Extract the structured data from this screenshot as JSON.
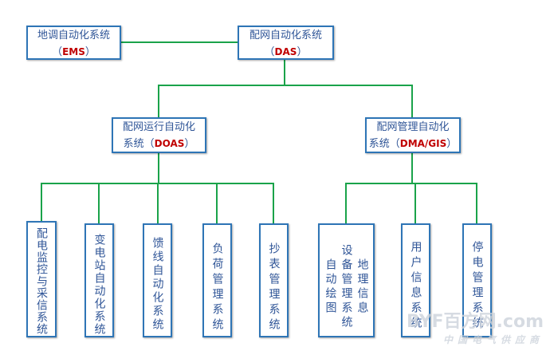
{
  "top": {
    "ems": {
      "name": "地调自动化系统",
      "abbr": "EMS"
    },
    "das": {
      "name": "配网自动化系统",
      "abbr": "DAS"
    }
  },
  "mid": {
    "doas": {
      "line1": "配网运行自动化",
      "line2": "系统",
      "abbr": "DOAS"
    },
    "dma": {
      "line1": "配网管理自动化",
      "line2": "系统",
      "abbr": "DMA/GIS"
    }
  },
  "leaves": {
    "l1": "配电监控与采信系统",
    "l2": "变电站自动化系统",
    "l3": "馈线自动化系统",
    "l4": "负荷管理系统",
    "l5": "抄表管理系统",
    "l6a": "自动绘图",
    "l6b": "设备管理系统",
    "l6c": "地理信息",
    "l7": "用户信息系统",
    "l8": "停电管理系统"
  },
  "watermark": {
    "brand": "BYF百方网.com",
    "slogan": "中国电气供应商"
  },
  "colors": {
    "border": "#2e75b6",
    "line": "#1aa34a",
    "abbr": "#c00000"
  }
}
